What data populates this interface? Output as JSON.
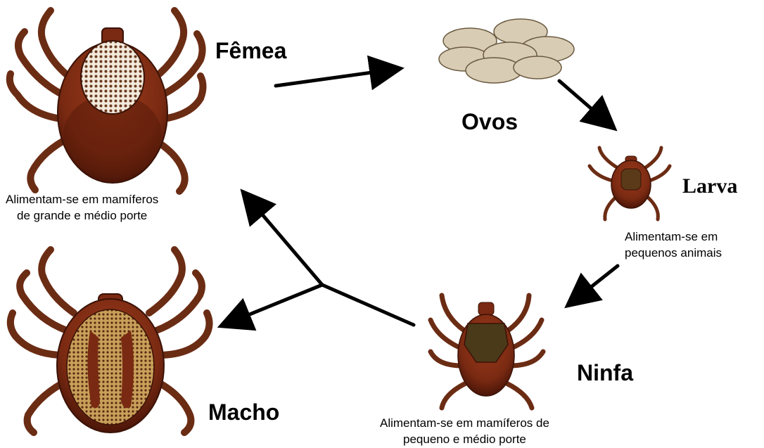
{
  "stages": {
    "female": "Fêmea",
    "eggs": "Ovos",
    "larva": "Larva",
    "nymph": "Ninfa",
    "male": "Macho"
  },
  "descriptions": {
    "female_line1": "Alimentam-se em mamíferos",
    "female_line2": "de grande e médio porte",
    "larva_line1": "Alimentam-se em",
    "larva_line2": "pequenos animais",
    "nymph_line1": "Alimentam-se em mamíferos de",
    "nymph_line2": "pequeno e médio porte"
  },
  "colors": {
    "tick_body": "#7a2a12",
    "tick_dark": "#4a1508",
    "tick_leg": "#6b2c14",
    "scutum_nymph": "#4a3a1a",
    "egg_fill": "#d8ccb4",
    "arrow": "#000000"
  }
}
